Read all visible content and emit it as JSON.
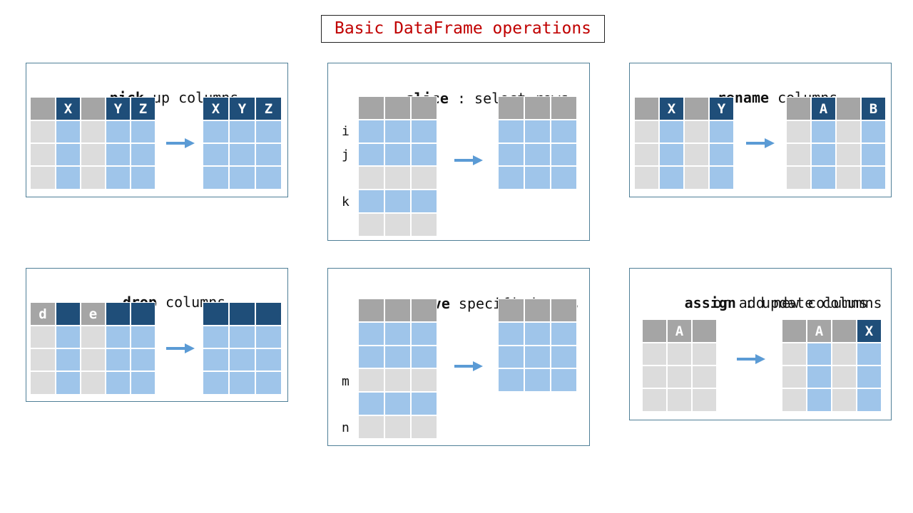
{
  "title": "Basic DataFrame operations",
  "panels": {
    "pick": {
      "keyword": "pick",
      "rest": " up columns",
      "in_headers": [
        "",
        "X",
        "",
        "Y",
        "Z"
      ],
      "out_headers": [
        "X",
        "Y",
        "Z"
      ]
    },
    "slice": {
      "keyword": "slice",
      "rest": " : select rows",
      "row_labels": [
        "i",
        "j",
        "k"
      ]
    },
    "rename": {
      "keyword": "rename",
      "rest": " columns",
      "in_headers": [
        "",
        "X",
        "",
        "Y"
      ],
      "out_headers": [
        "",
        "A",
        "",
        "B"
      ]
    },
    "drop": {
      "keyword": "drop",
      "rest": " columns",
      "in_headers": [
        "d",
        "",
        "e",
        "",
        ""
      ],
      "out_headers": [
        "",
        "",
        ""
      ]
    },
    "remove": {
      "keyword": "remove",
      "rest": " specified rows",
      "row_labels": [
        "m",
        "n"
      ]
    },
    "assign": {
      "keyword": "assign",
      "rest": " : update columns",
      "line2": "or add new columns",
      "in_headers": [
        "",
        "A",
        ""
      ],
      "out_headers": [
        "",
        "A",
        "",
        "X"
      ]
    }
  },
  "colors": {
    "gray_header": "#a5a5a5",
    "light_gray": "#dcdcdc",
    "light_blue": "#9fc5ea",
    "dark_blue": "#1f4e79",
    "arrow": "#5b9bd5",
    "title": "#c00000"
  }
}
